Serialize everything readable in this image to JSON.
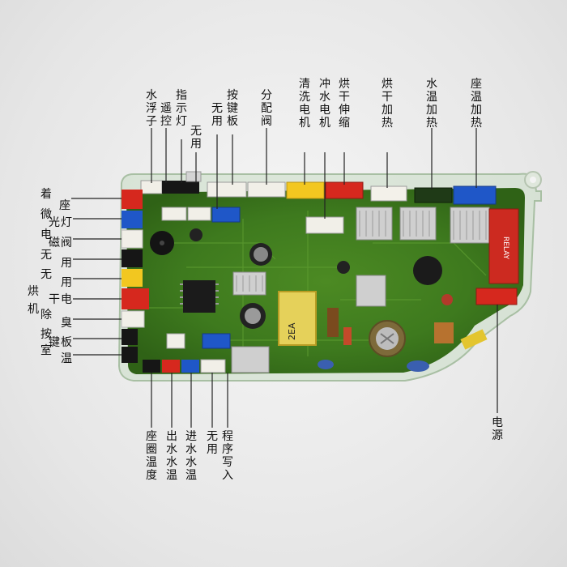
{
  "colors": {
    "board": "#3e7a1e",
    "board_dark": "#244f10",
    "outline": "#b9c9b5",
    "leader": "#222222"
  },
  "top_labels": [
    {
      "id": "water-float",
      "text": "水浮子"
    },
    {
      "id": "remote",
      "text": "遥控"
    },
    {
      "id": "indicator",
      "text": "指示灯"
    },
    {
      "id": "unused-1",
      "text": "无用"
    },
    {
      "id": "keypad",
      "text": "按键板"
    },
    {
      "id": "diverter",
      "text": "分配阀"
    },
    {
      "id": "wash-motor",
      "text": "清洗电机"
    },
    {
      "id": "flush-motor",
      "text": "冲水电机"
    },
    {
      "id": "dryer-extend",
      "text": "烘干伸缩"
    },
    {
      "id": "dryer-heat",
      "text": "烘干加热"
    },
    {
      "id": "water-heat",
      "text": "水温加热"
    },
    {
      "id": "seat-heat",
      "text": "座温加热"
    }
  ],
  "left_labels": [
    {
      "id": "seat",
      "lines": [
        "着",
        "座"
      ]
    },
    {
      "id": "micro-light",
      "lines": [
        "微",
        "光灯"
      ]
    },
    {
      "id": "solenoid",
      "lines": [
        "电",
        "磁阀"
      ]
    },
    {
      "id": "unused-2",
      "lines": [
        "无",
        "用"
      ]
    },
    {
      "id": "unused-3",
      "lines": [
        "无",
        "用"
      ]
    },
    {
      "id": "dryer-motor",
      "lines": [
        "烘",
        "干电",
        "机"
      ]
    },
    {
      "id": "deodor",
      "lines": [
        "除",
        "臭"
      ]
    },
    {
      "id": "keypad-2",
      "lines": [
        "按",
        "键板"
      ]
    },
    {
      "id": "room-temp",
      "lines": [
        "室",
        "温"
      ]
    }
  ],
  "bottom_labels": [
    {
      "id": "seat-ring-temp",
      "text": "座圈温度"
    },
    {
      "id": "outlet-temp",
      "text": "出水水温"
    },
    {
      "id": "inlet-temp",
      "text": "进水水温"
    },
    {
      "id": "unused-4",
      "text": "无用"
    },
    {
      "id": "program-write",
      "text": "程序写入"
    },
    {
      "id": "power",
      "text": "电源"
    }
  ],
  "board_markings": {
    "relay_text": "RELAY",
    "capacitor_text": "2EA"
  }
}
